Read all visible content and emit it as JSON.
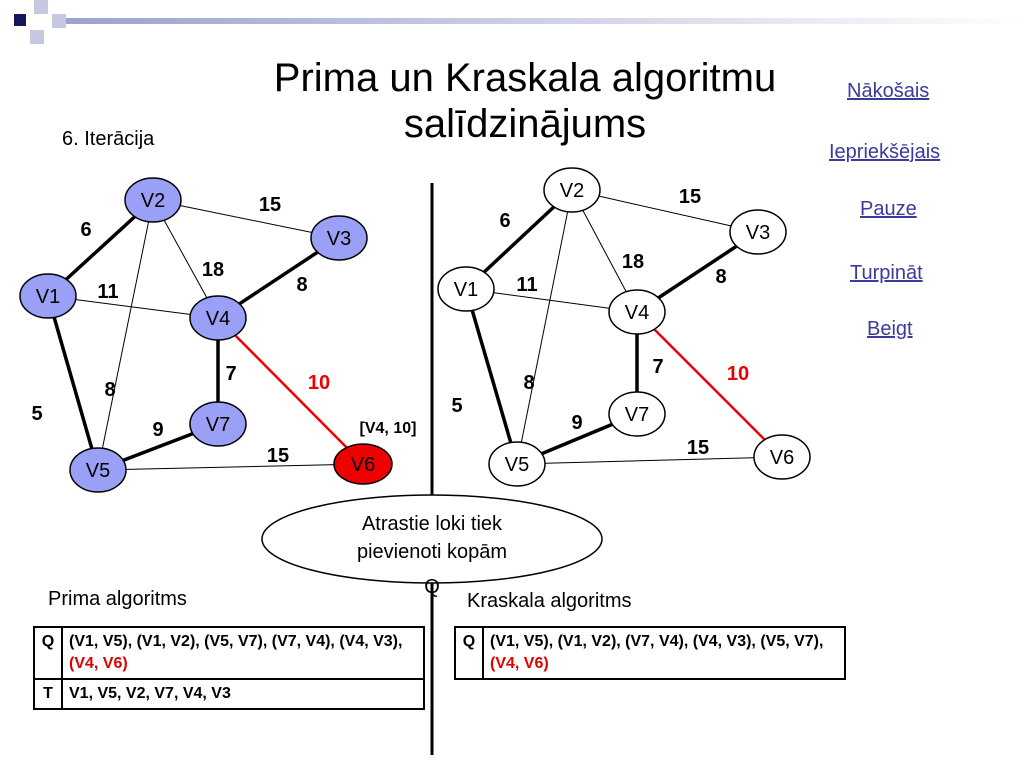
{
  "title_lines": [
    "Prima un Kraskala algoritmu",
    "salīdzinājums"
  ],
  "iteration_label": "6. Iterācija",
  "nav": {
    "next": "Nākošais",
    "prev": "Iepriekšējais",
    "pause": "Pauze",
    "continue": "Turpināt",
    "end": "Beigt"
  },
  "colors": {
    "node_fill": "#9aa0f5",
    "highlight_node": "#ee0000",
    "highlight_edge": "#ee0000",
    "nav_link": "#3b3b9b",
    "deco_navy": "#16165e",
    "deco_gray": "#a8acd0"
  },
  "prim_graph": {
    "nodes": [
      "V2",
      "V3",
      "V1",
      "V4",
      "V7",
      "V5",
      "V6"
    ],
    "edge_labels": [
      "6",
      "15",
      "18",
      "8",
      "11",
      "7",
      "10",
      "5",
      "8",
      "9",
      "15"
    ],
    "annotation": "[V4, 10]"
  },
  "kruskal_graph": {
    "nodes": [
      "V2",
      "V3",
      "V1",
      "V4",
      "V7",
      "V5",
      "V6"
    ],
    "edge_labels": [
      "6",
      "15",
      "18",
      "8",
      "11",
      "7",
      "10",
      "5",
      "8",
      "9",
      "15"
    ]
  },
  "bubble_text": [
    "Atrastie loki tiek",
    "pievienoti kopām"
  ],
  "bubble_symbol": "Q",
  "prim": {
    "label": "Prima algoritms",
    "q_key": "Q",
    "q_value": "(V1, V5), (V1, V2), (V5, V7), (V7, V4), (V4, V3),",
    "q_new": "(V4, V6)",
    "t_key": "T",
    "t_value": "V1, V5, V2, V7, V4, V3"
  },
  "kruskal": {
    "label": "Kraskala algoritms",
    "q_key": "Q",
    "q_value": "(V1, V5), (V1, V2), (V7, V4), (V4, V3), (V5, V7),",
    "q_new": "(V4, V6)"
  }
}
